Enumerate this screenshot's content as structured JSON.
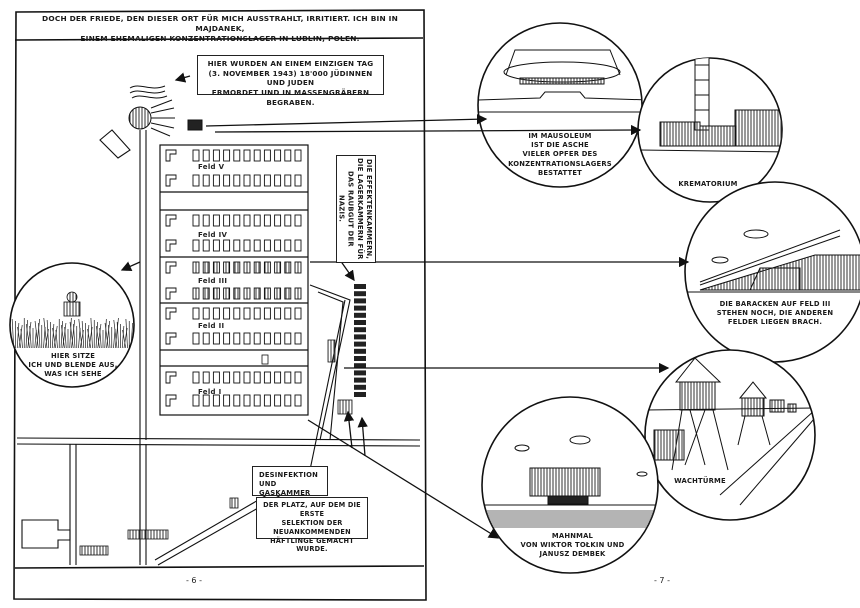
{
  "left_page": {
    "header_caption": "Doch der Friede, den dieser Ort für mich ausstrahlt, irritiert. Ich bin in Majdanek, einem ehemaligen Konzentrationslager in Lublin, Polen.",
    "header_line1": "Doch der Friede, den dieser Ort für mich ausstrahlt, irritiert. Ich bin in Majdanek,",
    "header_line2": "einem ehemaligen Konzentrationslager in Lublin, Polen.",
    "memorial_caption": {
      "line1": "Hier wurden an einem einzigen Tag",
      "line2": "(3. November 1943) 18'000 Jüdinnen und Juden",
      "line3": "ermordet und in Massengräbern begraben."
    },
    "storage_caption": {
      "line1": "Die Effektenkammern,",
      "line2": "die Lagerkammern für",
      "line3": "das Raubgut der Nazis."
    },
    "sitting_caption": {
      "line1": "Hier sitze",
      "line2": "ich und blende aus,",
      "line3": "was ich sehe"
    },
    "gas_caption": {
      "line1": "Desinfektion",
      "line2": "und Gaskammer"
    },
    "selection_caption": {
      "line1": "Der Platz, auf dem die erste",
      "line2": "Selektion der Neuankommenden",
      "line3": "Häftlinge gemacht wurde."
    },
    "fields": [
      "Feld V",
      "Feld IV",
      "Feld III",
      "Feld II",
      "Feld I"
    ],
    "page_number": "- 6 -"
  },
  "right_page": {
    "mausoleum_caption": {
      "line1": "Im Mausoleum",
      "line2": "ist die Asche",
      "line3": "vieler Opfer des",
      "line4": "Konzentrationslagers",
      "line5": "bestattet"
    },
    "crematorium_caption": "Krematorium",
    "barracks_caption": {
      "line1": "Die Baracken auf Feld III",
      "line2": "stehen noch, die anderen",
      "line3": "Felder liegen brach."
    },
    "watchtowers_caption": "Wachtürme",
    "monument_caption": {
      "line1": "Mahnmal",
      "line2": "von Wiktor Tołkin und",
      "line3": "Janusz Dembek"
    },
    "page_number": "- 7 -"
  },
  "icons": {
    "mausoleum": "mausoleum-drawing",
    "crematorium": "crematorium-drawing",
    "barracks": "barracks-drawing",
    "watchtowers": "watchtower-drawing",
    "monument": "monument-drawing",
    "sitting_person": "person-in-grass-drawing"
  },
  "colors": {
    "ink": "#1a1a1a",
    "paper": "#ffffff",
    "hatch": "#444444"
  }
}
